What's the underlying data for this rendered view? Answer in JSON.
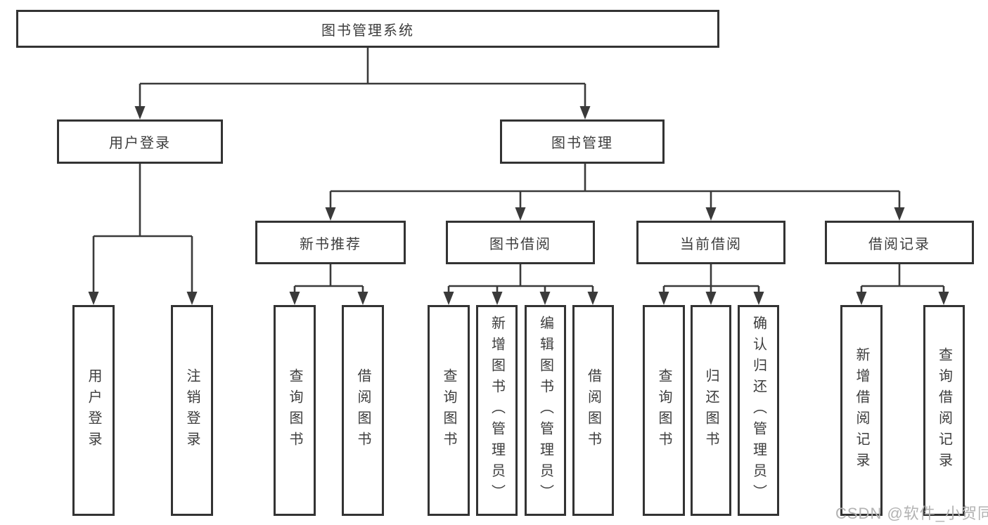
{
  "diagram": {
    "type": "hierarchy-tree",
    "colors": {
      "background": "#ffffff",
      "box_border": "#333333",
      "line": "#3a3a3a",
      "text": "#3d3d3d",
      "watermark": "#b3b3b3"
    },
    "root": {
      "label": "图书管理系统"
    },
    "level2": [
      {
        "label": "用户登录"
      },
      {
        "label": "图书管理"
      }
    ],
    "level3": [
      {
        "label": "新书推荐"
      },
      {
        "label": "图书借阅"
      },
      {
        "label": "当前借阅"
      },
      {
        "label": "借阅记录"
      }
    ],
    "leaves": {
      "user_login": [
        {
          "label": "用户登录"
        },
        {
          "label": "注销登录"
        }
      ],
      "new_books": [
        {
          "label": "查询图书"
        },
        {
          "label": "借阅图书"
        }
      ],
      "book_borrow": [
        {
          "label": "查询图书"
        },
        {
          "label": "新增图书（管理员）"
        },
        {
          "label": "编辑图书（管理员）"
        },
        {
          "label": "借阅图书"
        }
      ],
      "current_borrow": [
        {
          "label": "查询图书"
        },
        {
          "label": "归还图书"
        },
        {
          "label": "确认归还（管理员）"
        }
      ],
      "borrow_records": [
        {
          "label": "新增借阅记录"
        },
        {
          "label": "查询借阅记录"
        }
      ]
    }
  },
  "watermark": {
    "text": "CSDN @软件_小贺同学"
  }
}
